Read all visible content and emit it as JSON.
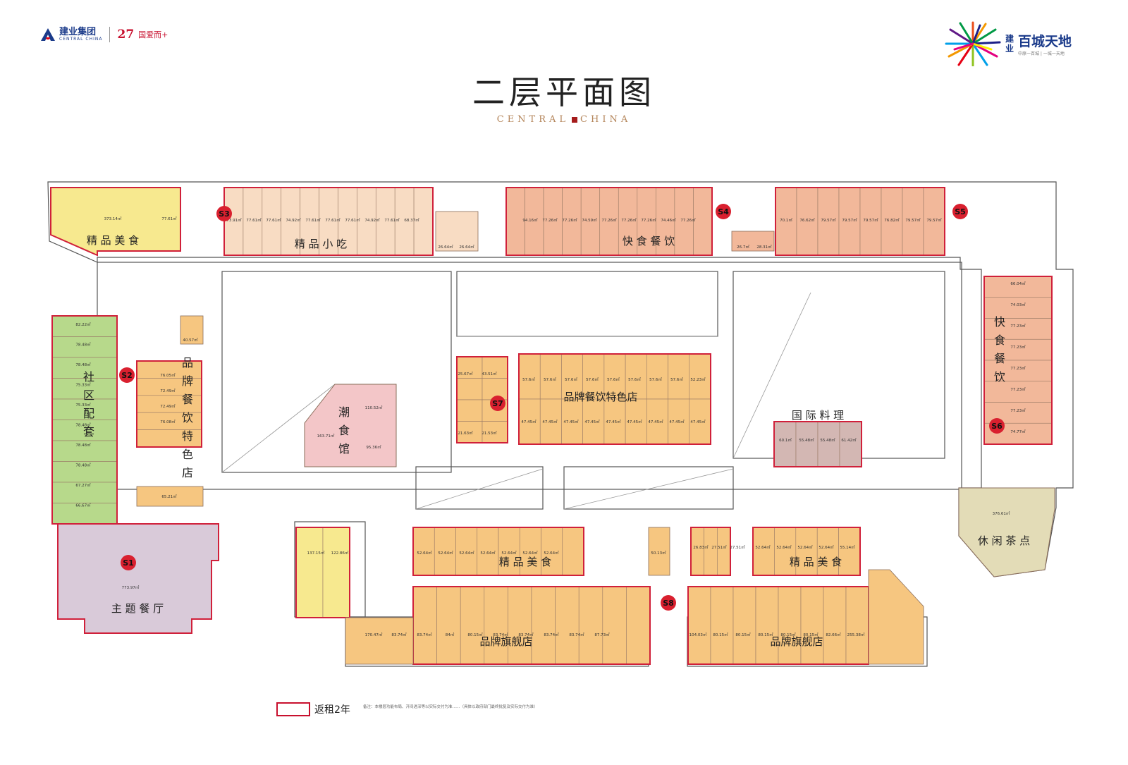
{
  "header": {
    "brand_cn": "建业集团",
    "brand_en": "CENTRAL CHINA",
    "slogan_num": "27",
    "slogan_text": "国爱而+",
    "right_logo_vertical": "建业",
    "right_logo_main": "百城天地",
    "right_logo_sub": "中原一百城 | 一城一天地",
    "title": "二层平面图",
    "subtitle_left": "CENTRAL",
    "subtitle_right": "CHINA"
  },
  "legend": {
    "label": "返租2年"
  },
  "footnote": "备注：本楼层功能布局、开间进深等以实际交付为准……（具体以政府部门最终批复及实际交付为准）",
  "colors": {
    "yellow": "#f7e98f",
    "peach": "#f8dcc3",
    "salmon": "#f2b89a",
    "green": "#b7d98b",
    "orange": "#f6c680",
    "pink": "#f3c6c8",
    "mauve": "#d3b7b3",
    "purple": "#d9cad9",
    "olive": "#e3dcb7",
    "red": "#d0203a",
    "grey": "#888888"
  },
  "zones": [
    {
      "id": "S1",
      "name": "主题餐厅"
    },
    {
      "id": "S2",
      "name": "社区配套"
    },
    {
      "id": "S2b",
      "name": "品牌餐饮特色店"
    },
    {
      "id": "S3a",
      "name": "精品美食"
    },
    {
      "id": "S3",
      "name": "精品小吃"
    },
    {
      "id": "S4",
      "name": "快食餐饮"
    },
    {
      "id": "S5",
      "name": "S5"
    },
    {
      "id": "S6",
      "name": "快食餐饮"
    },
    {
      "id": "S6b",
      "name": "休闲茶点"
    },
    {
      "id": "S7",
      "name": "品牌餐饮特色店"
    },
    {
      "id": "S7b",
      "name": "潮食馆"
    },
    {
      "id": "IT",
      "name": "国际料理"
    },
    {
      "id": "S8a",
      "name": "精品美食"
    },
    {
      "id": "S8b",
      "name": "精品美食"
    },
    {
      "id": "S8c",
      "name": "品牌旗舰店"
    },
    {
      "id": "S8d",
      "name": "品牌旗舰店"
    }
  ],
  "markers": [
    "S1",
    "S2",
    "S3",
    "S4",
    "S5",
    "S6",
    "S7",
    "S8"
  ],
  "unit_areas": {
    "s3_top": [
      "373.14㎡",
      "77.61㎡",
      "73.91㎡",
      "77.61㎡",
      "77.61㎡",
      "74.92㎡",
      "77.61㎡",
      "77.61㎡",
      "77.61㎡",
      "74.92㎡",
      "77.61㎡",
      "68.37㎡",
      "26.64㎡",
      "26.64㎡"
    ],
    "s4_top": [
      "94.16㎡",
      "77.26㎡",
      "77.26㎡",
      "74.59㎡",
      "77.26㎡",
      "77.26㎡",
      "77.26㎡",
      "74.46㎡",
      "77.26㎡",
      "26.7㎡",
      "28.31㎡"
    ],
    "s5_top": [
      "70.1㎡",
      "76.62㎡",
      "79.57㎡",
      "79.57㎡",
      "79.57㎡",
      "76.82㎡",
      "79.57㎡",
      "79.57㎡"
    ],
    "s6_right": [
      "66.04㎡",
      "74.03㎡",
      "77.23㎡",
      "77.23㎡",
      "77.23㎡",
      "77.23㎡",
      "77.23㎡",
      "74.77㎡",
      "376.61㎡"
    ],
    "s2_left": [
      "82.22㎡",
      "78.48㎡",
      "78.48㎡",
      "75.33㎡",
      "75.33㎡",
      "78.48㎡",
      "78.48㎡",
      "78.48㎡",
      "67.27㎡",
      "66.67㎡"
    ],
    "s2_mid": [
      "40.57㎡",
      "76.05㎡",
      "72.49㎡",
      "72.49㎡",
      "76.08㎡",
      "65.21㎡"
    ],
    "s7_top": [
      "57.6㎡",
      "57.6㎡",
      "57.6㎡",
      "57.6㎡",
      "57.6㎡",
      "57.6㎡",
      "57.6㎡",
      "57.6㎡",
      "52.23㎡"
    ],
    "s7_bot": [
      "47.45㎡",
      "47.45㎡",
      "47.45㎡",
      "47.45㎡",
      "47.45㎡",
      "47.45㎡",
      "47.45㎡",
      "47.45㎡",
      "47.45㎡"
    ],
    "s7_small": [
      "25.67㎡",
      "43.51㎡",
      "21.63㎡",
      "21.53㎡"
    ],
    "s7b": [
      "163.71㎡",
      "110.52㎡",
      "95.36㎡"
    ],
    "intl": [
      "60.1㎡",
      "55.48㎡",
      "55.48㎡",
      "61.42㎡"
    ],
    "s1": [
      "773.97㎡"
    ],
    "s8_food_left": [
      "52.64㎡",
      "52.64㎡",
      "52.64㎡",
      "52.64㎡",
      "52.64㎡",
      "52.64㎡",
      "52.64㎡",
      "50.13㎡"
    ],
    "s8_food_right": [
      "26.83㎡",
      "27.51㎡",
      "27.51㎡",
      "52.64㎡",
      "52.64㎡",
      "52.64㎡",
      "52.64㎡",
      "55.14㎡"
    ],
    "s8_brand_left": [
      "137.15㎡",
      "122.86㎡",
      "170.47㎡",
      "83.74㎡",
      "83.74㎡",
      "84㎡",
      "80.15㎡",
      "83.74㎡",
      "83.74㎡",
      "83.74㎡",
      "83.74㎡",
      "87.73㎡"
    ],
    "s8_brand_right": [
      "104.03㎡",
      "80.15㎡",
      "80.15㎡",
      "80.15㎡",
      "80.15㎡",
      "80.15㎡",
      "82.66㎡",
      "255.38㎡"
    ]
  }
}
